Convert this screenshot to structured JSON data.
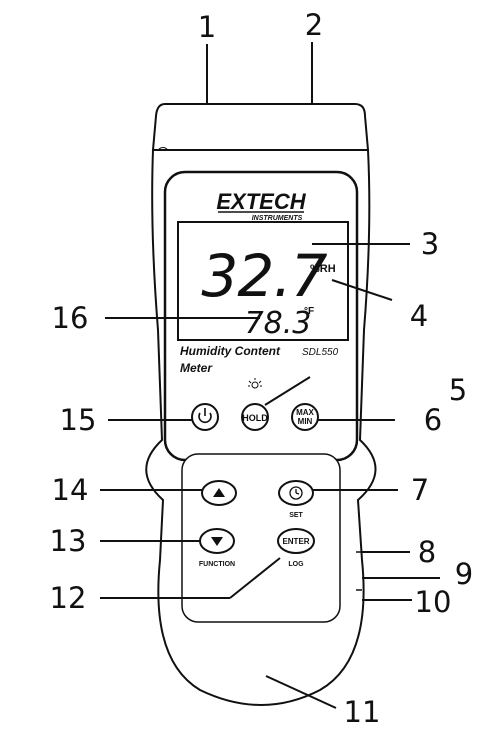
{
  "device": {
    "brand": "EXTECH",
    "brand_sub": "INSTRUMENTS",
    "product_line1": "Humidity Content",
    "product_line2": "Meter",
    "model": "SDL550"
  },
  "display": {
    "primary_value": "32.7",
    "primary_unit": "%RH",
    "secondary_value": "78.3",
    "secondary_unit": "°F"
  },
  "buttons": {
    "hold": "HOLD",
    "max_line1": "MAX",
    "max_line2": "MIN",
    "set_label": "SET",
    "function_label": "FUNCTION",
    "enter": "ENTER",
    "log_label": "LOG"
  },
  "callouts": {
    "c1": "1",
    "c2": "2",
    "c3": "3",
    "c4": "4",
    "c5": "5",
    "c6": "6",
    "c7": "7",
    "c8": "8",
    "c9": "9",
    "c10": "10",
    "c11": "11",
    "c12": "12",
    "c13": "13",
    "c14": "14",
    "c15": "15",
    "c16": "16"
  },
  "icons": {
    "power": "power-icon",
    "backlight": "backlight-icon",
    "up": "up-arrow-icon",
    "down": "down-arrow-icon",
    "clock": "clock-icon"
  }
}
